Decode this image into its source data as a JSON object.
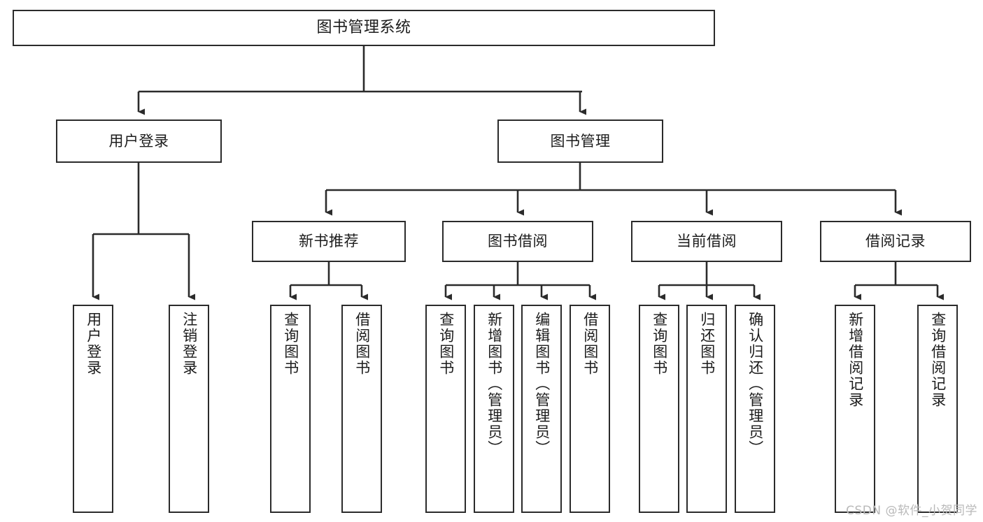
{
  "diagram": {
    "type": "hierarchy-tree",
    "title": "图书管理系统",
    "background_color": "#ffffff",
    "node_border_color": "#2b2b2b",
    "text_color": "#1c1c1c",
    "levels": 4
  },
  "nodes": {
    "root": {
      "label": "图书管理系统"
    },
    "level2": [
      {
        "label": "用户登录"
      },
      {
        "label": "图书管理"
      }
    ],
    "level3": [
      {
        "label": "新书推荐"
      },
      {
        "label": "图书借阅"
      },
      {
        "label": "当前借阅"
      },
      {
        "label": "借阅记录"
      }
    ],
    "leaves": {
      "user_login": [
        {
          "label": "用户登录"
        },
        {
          "label": "注销登录"
        }
      ],
      "new_book_recommend": [
        {
          "label": "查询图书"
        },
        {
          "label": "借阅图书"
        }
      ],
      "book_borrow": [
        {
          "label": "查询图书"
        },
        {
          "label": "新增图书（管理员）"
        },
        {
          "label": "编辑图书（管理员）"
        },
        {
          "label": "借阅图书"
        }
      ],
      "current_borrow": [
        {
          "label": "查询图书"
        },
        {
          "label": "归还图书"
        },
        {
          "label": "确认归还（管理员）"
        }
      ],
      "borrow_record": [
        {
          "label": "新增借阅记录"
        },
        {
          "label": "查询借阅记录"
        }
      ]
    }
  },
  "watermark": {
    "text": "CSDN @软件_小贺同学"
  }
}
